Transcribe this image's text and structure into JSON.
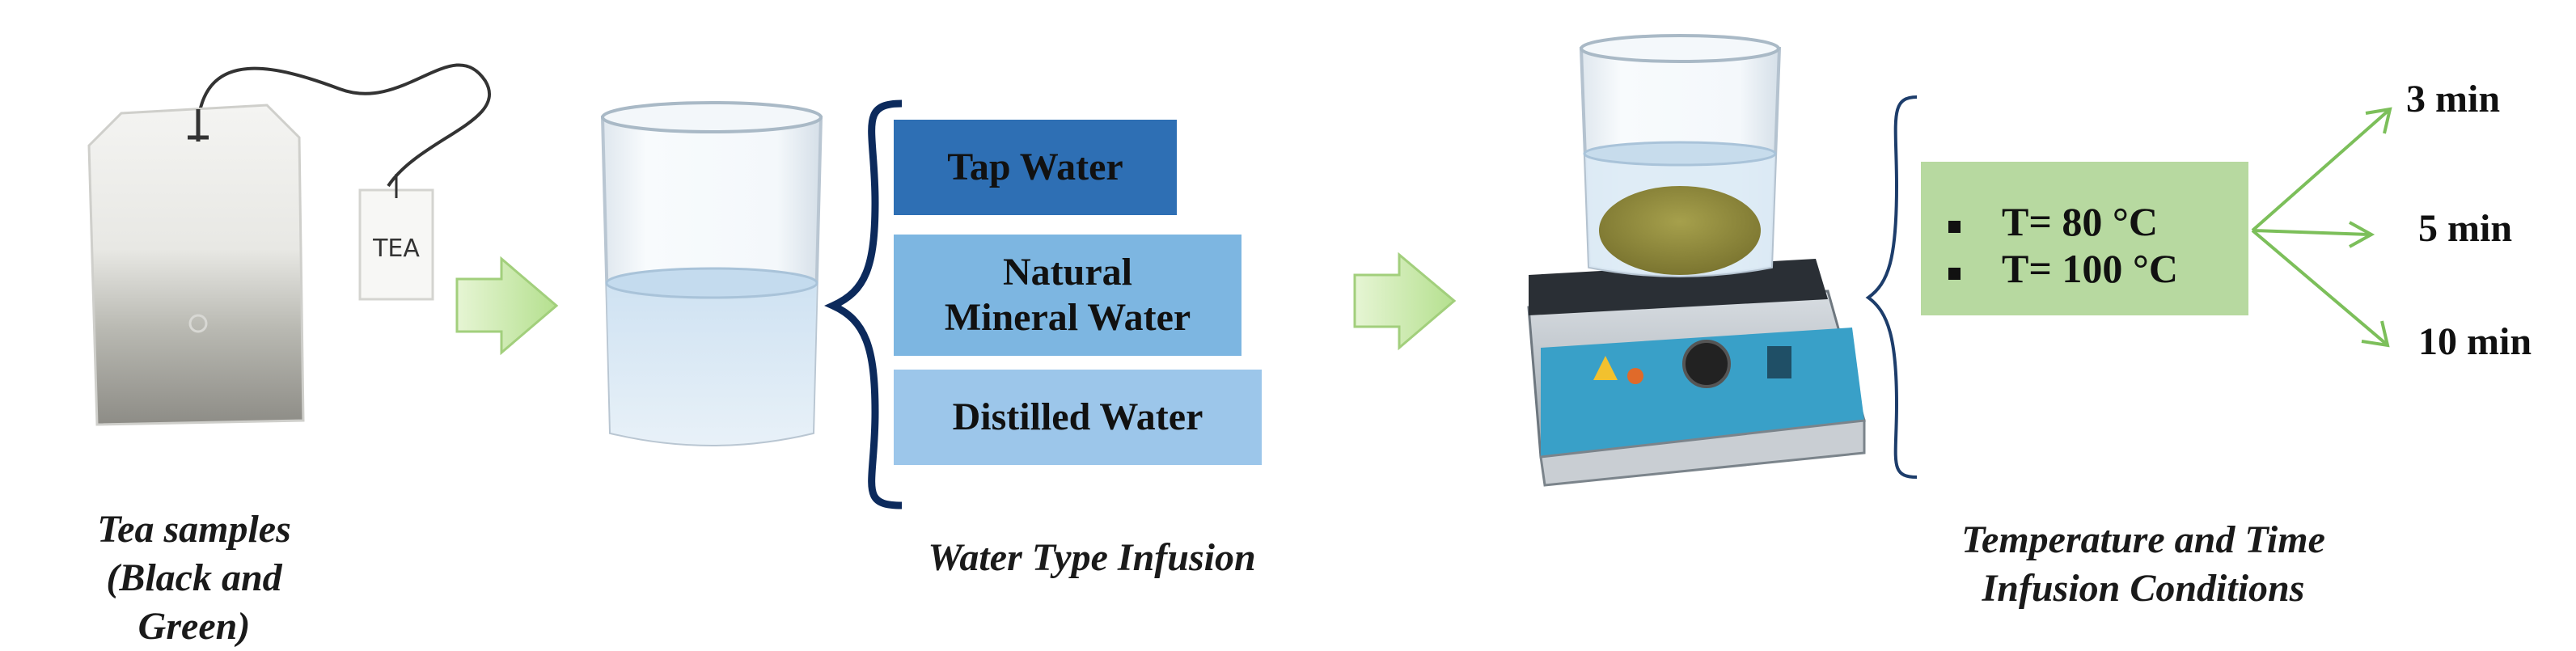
{
  "tea_bag": {
    "tag_text": "TEA"
  },
  "captions": {
    "tea_line1": "Tea samples",
    "tea_line2": "(Black and Green)",
    "water_type": "Water Type Infusion",
    "cond_line1": "Temperature and Time",
    "cond_line2": "Infusion Conditions"
  },
  "water_types": [
    {
      "label": "Tap Water",
      "color": "#2e6fb4"
    },
    {
      "label_line1": "Natural",
      "label_line2": "Mineral Water",
      "color": "#7db6e1"
    },
    {
      "label": "Distilled Water",
      "color": "#9cc6ea"
    }
  ],
  "conditions": {
    "temperatures": [
      "T= 80 °C",
      "T= 100 °C"
    ],
    "box_color": "#b7d9a0",
    "arrow_color": "#7cbf5a"
  },
  "times": [
    "3 min",
    "5 min",
    "10 min"
  ]
}
